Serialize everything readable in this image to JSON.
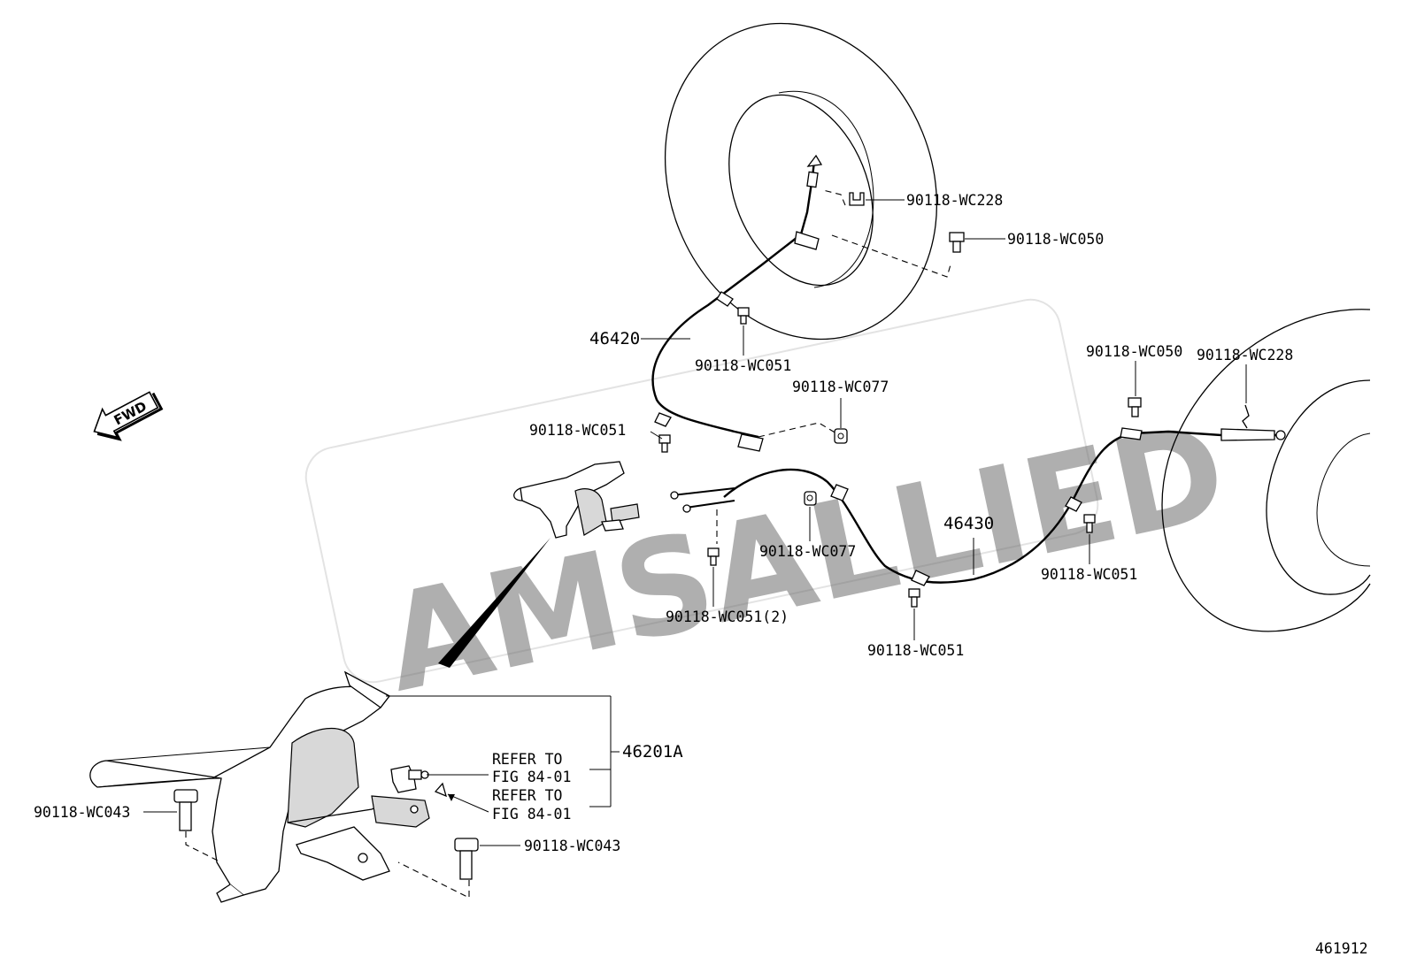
{
  "diagram": {
    "figure_number": "461912",
    "watermark": "AMSALLIED",
    "fwd_label": "FWD",
    "parts": {
      "cable_left": "46420",
      "cable_right": "46430",
      "lever_assembly": "46201A"
    },
    "fasteners": {
      "clip_upper_left": "90118-WC228",
      "bolt_upper_left": "90118-WC050",
      "clamp_left_upper": "90118-WC051",
      "clamp_left_lower": "90118-WC051",
      "nut_center_upper": "90118-WC077",
      "nut_center_lower": "90118-WC077",
      "clamp_center_pair": "90118-WC051(2)",
      "clamp_right_lower": "90118-WC051",
      "clamp_right_upper": "90118-WC051",
      "bolt_upper_right": "90118-WC050",
      "clip_upper_right": "90118-WC228",
      "bolt_lever_left": "90118-WC043",
      "bolt_lever_right": "90118-WC043"
    },
    "references": {
      "switch_ref_1_line1": "REFER TO",
      "switch_ref_1_line2": "FIG 84-01",
      "switch_ref_2_line1": "REFER TO",
      "switch_ref_2_line2": "FIG 84-01"
    }
  }
}
